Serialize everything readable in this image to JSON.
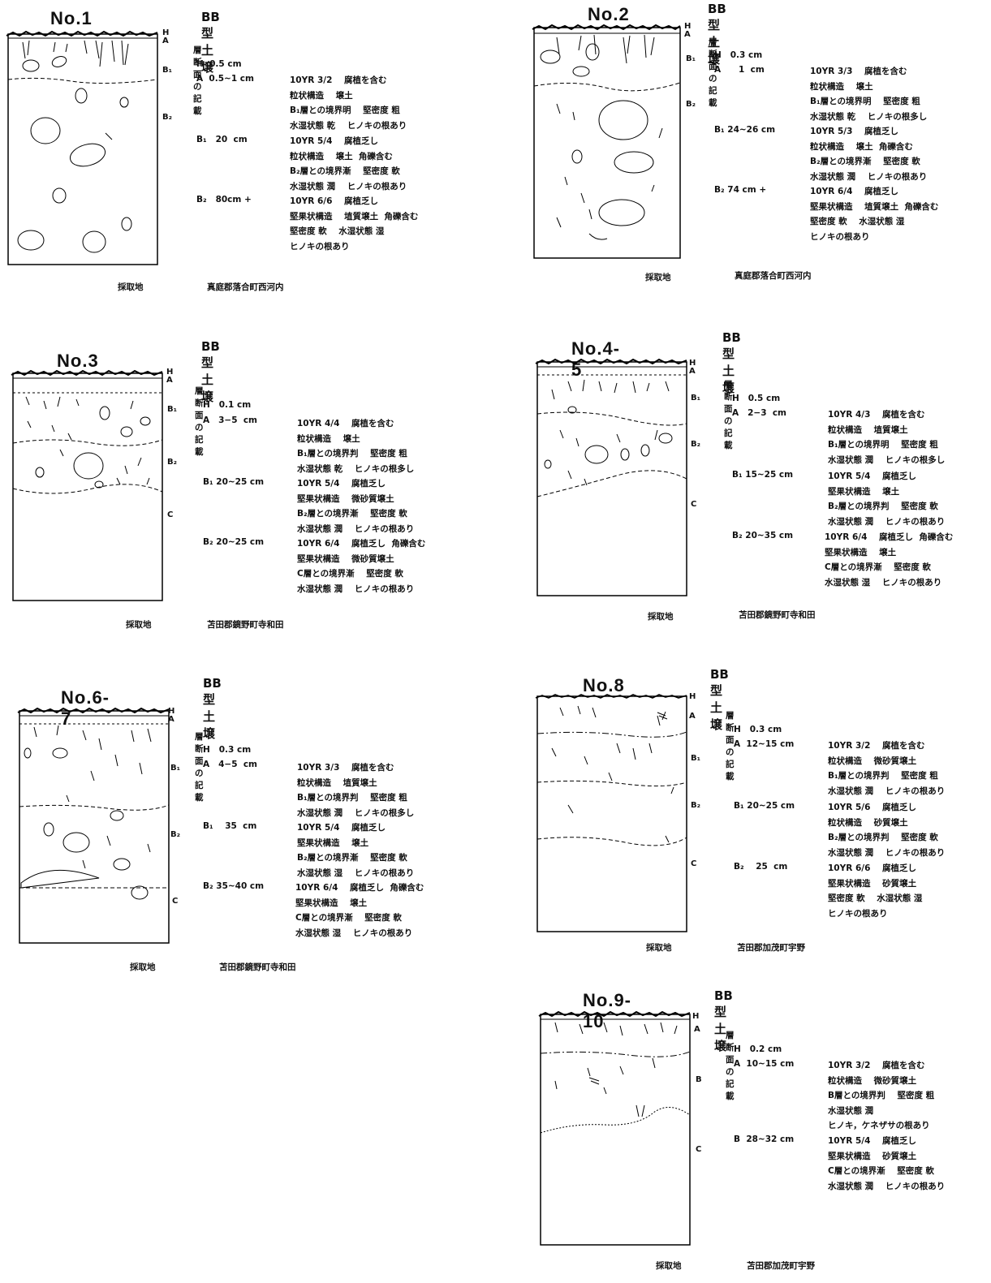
{
  "common": {
    "record_heading": "層断面の記載",
    "location_label": "採取地"
  },
  "panels": [
    {
      "no": "No.1",
      "soil_type": "BB型土壌",
      "horizon_labels": [
        "H",
        "A",
        "B₁",
        "B₂"
      ],
      "horizons": [
        {
          "label": "H  0.5 cm",
          "desc": []
        },
        {
          "label": "A  0.5~1 cm",
          "desc": [
            "10YR 3/2    腐植を含む",
            "粒状構造    壌土",
            "B₁層との境界明    堅密度 粗",
            "水湿状態 乾    ヒノキの根あり"
          ]
        },
        {
          "label": "B₁   20  cm",
          "desc": [
            "10YR 5/4    腐植乏し",
            "粒状構造    壌土  角礫含む",
            "B₂層との境界漸    堅密度 軟",
            "水湿状態 潤    ヒノキの根あり"
          ]
        },
        {
          "label": "B₂   80cm +",
          "desc": [
            "10YR 6/6    腐植乏し",
            "堅果状構造    埴質壌土  角礫含む",
            "堅密度 軟    水湿状態 湿",
            "ヒノキの根あり"
          ]
        }
      ],
      "location": "真庭郡落合町西河内"
    },
    {
      "no": "No.2",
      "soil_type": "BB型土壌",
      "horizon_labels": [
        "H",
        "A",
        "B₁",
        "B₂"
      ],
      "horizons": [
        {
          "label": "H   0.3 cm",
          "desc": []
        },
        {
          "label": "A      1  cm",
          "desc": [
            "10YR 3/3    腐植を含む",
            "粒状構造    壌土",
            "B₁層との境界明    堅密度 粗",
            "水湿状態 乾    ヒノキの根多し"
          ]
        },
        {
          "label": "B₁ 24~26 cm",
          "desc": [
            "10YR 5/3    腐植乏し",
            "粒状構造    壌土  角礫含む",
            "B₂層との境界漸    堅密度 軟",
            "水湿状態 潤    ヒノキの根あり"
          ]
        },
        {
          "label": "B₂ 74 cm +",
          "desc": [
            "10YR 6/4    腐植乏し",
            "堅果状構造    埴質壌土  角礫含む",
            "堅密度 軟    水湿状態 湿",
            "ヒノキの根あり"
          ]
        }
      ],
      "location": "真庭郡落合町西河内"
    },
    {
      "no": "No.3",
      "soil_type": "BB型土壌",
      "horizon_labels": [
        "H",
        "A",
        "B₁",
        "B₂",
        "C"
      ],
      "horizons": [
        {
          "label": "H   0.1 cm",
          "desc": []
        },
        {
          "label": "A   3−5  cm",
          "desc": [
            "10YR 4/4    腐植を含む",
            "粒状構造    壌土",
            "B₁層との境界判    堅密度 粗",
            "水湿状態 乾    ヒノキの根多し"
          ]
        },
        {
          "label": "B₁ 20~25 cm",
          "desc": [
            "10YR 5/4    腐植乏し",
            "堅果状構造    微砂質壌土",
            "B₂層との境界漸    堅密度 軟",
            "水湿状態 潤    ヒノキの根あり"
          ]
        },
        {
          "label": "B₂ 20~25 cm",
          "desc": [
            "10YR 6/4    腐植乏し  角礫含む",
            "堅果状構造    微砂質壌土",
            "C層との境界漸    堅密度 軟",
            "水湿状態 潤    ヒノキの根あり"
          ]
        }
      ],
      "location": "苫田郡鏡野町寺和田"
    },
    {
      "no": "No.4-5",
      "soil_type": "BB型土壌",
      "horizon_labels": [
        "H",
        "A",
        "B₁",
        "B₂",
        "C"
      ],
      "horizons": [
        {
          "label": "H   0.5 cm",
          "desc": []
        },
        {
          "label": "A   2−3  cm",
          "desc": [
            "10YR 4/3    腐植を含む",
            "粒状構造    埴質壌土",
            "B₁層との境界明    堅密度 粗",
            "水湿状態 潤    ヒノキの根多し"
          ]
        },
        {
          "label": "B₁ 15~25 cm",
          "desc": [
            "10YR 5/4    腐植乏し",
            "堅果状構造    壌土",
            "B₂層との境界判    堅密度 軟",
            "水湿状態 潤    ヒノキの根あり"
          ]
        },
        {
          "label": "B₂ 20~35 cm",
          "desc": [
            "10YR 6/4    腐植乏し  角礫含む",
            "堅果状構造    壌土",
            "C層との境界漸    堅密度 軟",
            "水湿状態 湿    ヒノキの根あり"
          ]
        }
      ],
      "location": "苫田郡鏡野町寺和田"
    },
    {
      "no": "No.6-7",
      "soil_type": "BB型土壌",
      "horizon_labels": [
        "H",
        "A",
        "B₁",
        "B₂",
        "C"
      ],
      "horizons": [
        {
          "label": "H   0.3 cm",
          "desc": []
        },
        {
          "label": "A   4−5  cm",
          "desc": [
            "10YR 3/3    腐植を含む",
            "粒状構造    埴質壌土",
            "B₁層との境界判    堅密度 粗",
            "水湿状態 潤    ヒノキの根多し"
          ]
        },
        {
          "label": "B₁    35  cm",
          "desc": [
            "10YR 5/4    腐植乏し",
            "堅果状構造    壌土",
            "B₂層との境界漸    堅密度 軟",
            "水湿状態 湿    ヒノキの根あり"
          ]
        },
        {
          "label": "B₂ 35~40 cm",
          "desc": [
            "10YR 6/4    腐植乏し  角礫含む",
            "堅果状構造    壌土",
            "C層との境界漸    堅密度 軟",
            "水湿状態 湿    ヒノキの根あり"
          ]
        }
      ],
      "location": "苫田郡鏡野町寺和田"
    },
    {
      "no": "No.8",
      "soil_type": "BB型土壌",
      "horizon_labels": [
        "H",
        "A",
        "B₁",
        "B₂",
        "C"
      ],
      "horizons": [
        {
          "label": "H   0.3 cm",
          "desc": []
        },
        {
          "label": "A  12~15 cm",
          "desc": [
            "10YR 3/2    腐植を含む",
            "粒状構造    微砂質壌土",
            "B₁層との境界判    堅密度 粗",
            "水湿状態 潤    ヒノキの根あり"
          ]
        },
        {
          "label": "B₁ 20~25 cm",
          "desc": [
            "10YR 5/6    腐植乏し",
            "粒状構造    砂質壌土",
            "B₂層との境界判    堅密度 軟",
            "水湿状態 潤    ヒノキの根あり"
          ]
        },
        {
          "label": "B₂    25  cm",
          "desc": [
            "10YR 6/6    腐植乏し",
            "堅果状構造    砂質壌土",
            "堅密度 軟    水湿状態 湿",
            "ヒノキの根あり"
          ]
        }
      ],
      "location": "苫田郡加茂町宇野"
    },
    {
      "no": "No.9-10",
      "soil_type": "BB型土壌",
      "horizon_labels": [
        "H",
        "A",
        "B",
        "C"
      ],
      "horizons": [
        {
          "label": "H   0.2 cm",
          "desc": []
        },
        {
          "label": "A  10~15 cm",
          "desc": [
            "10YR 3/2    腐植を含む",
            "粒状構造    微砂質壌土",
            "B層との境界判    堅密度 粗",
            "水湿状態 潤",
            "ヒノキ，ケネザサの根あり"
          ]
        },
        {
          "label": "B  28~32 cm",
          "desc": [
            "10YR 5/4    腐植乏し",
            "堅果状構造    砂質壌土",
            "C層との境界漸    堅密度 軟",
            "水湿状態 潤    ヒノキの根あり"
          ]
        }
      ],
      "location": "苫田郡加茂町宇野"
    }
  ]
}
